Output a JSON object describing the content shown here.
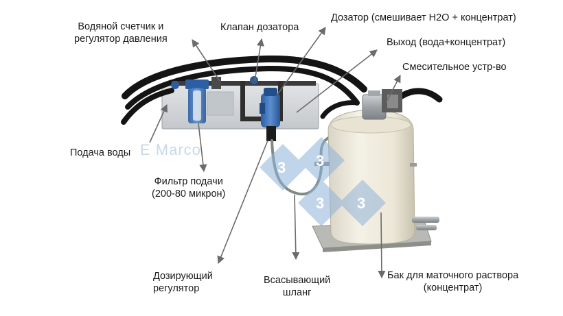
{
  "labels": {
    "meter_regulator": [
      "Водяной счетчик и",
      "регулятор давления"
    ],
    "dosing_valve": [
      "Клапан дозатора"
    ],
    "doser": [
      "Дозатор (смешивает Н2О + концентрат)"
    ],
    "outlet": [
      "Выход (вода+концентрат)"
    ],
    "mixer": [
      "Смесительное устр-во"
    ],
    "water_supply": [
      "Подача воды"
    ],
    "filter": [
      "Фильтр подачи",
      "(200-80 микрон)"
    ],
    "dosing_regulator": [
      "Дозирующий",
      "регулятор"
    ],
    "suction_hose": [
      "Всасывающий",
      "шланг"
    ],
    "tank": [
      "Бак для маточного раствора",
      "(концентрат)"
    ]
  },
  "watermark": {
    "text": "E Marco",
    "mark_text": "3"
  },
  "colors": {
    "arrow": "#6b6b6b",
    "hose": "#141414",
    "tank": "#f1ede0",
    "panel": "#d7dadd",
    "filter": "#3a6fb0",
    "watermark": "#8fb3d9"
  }
}
